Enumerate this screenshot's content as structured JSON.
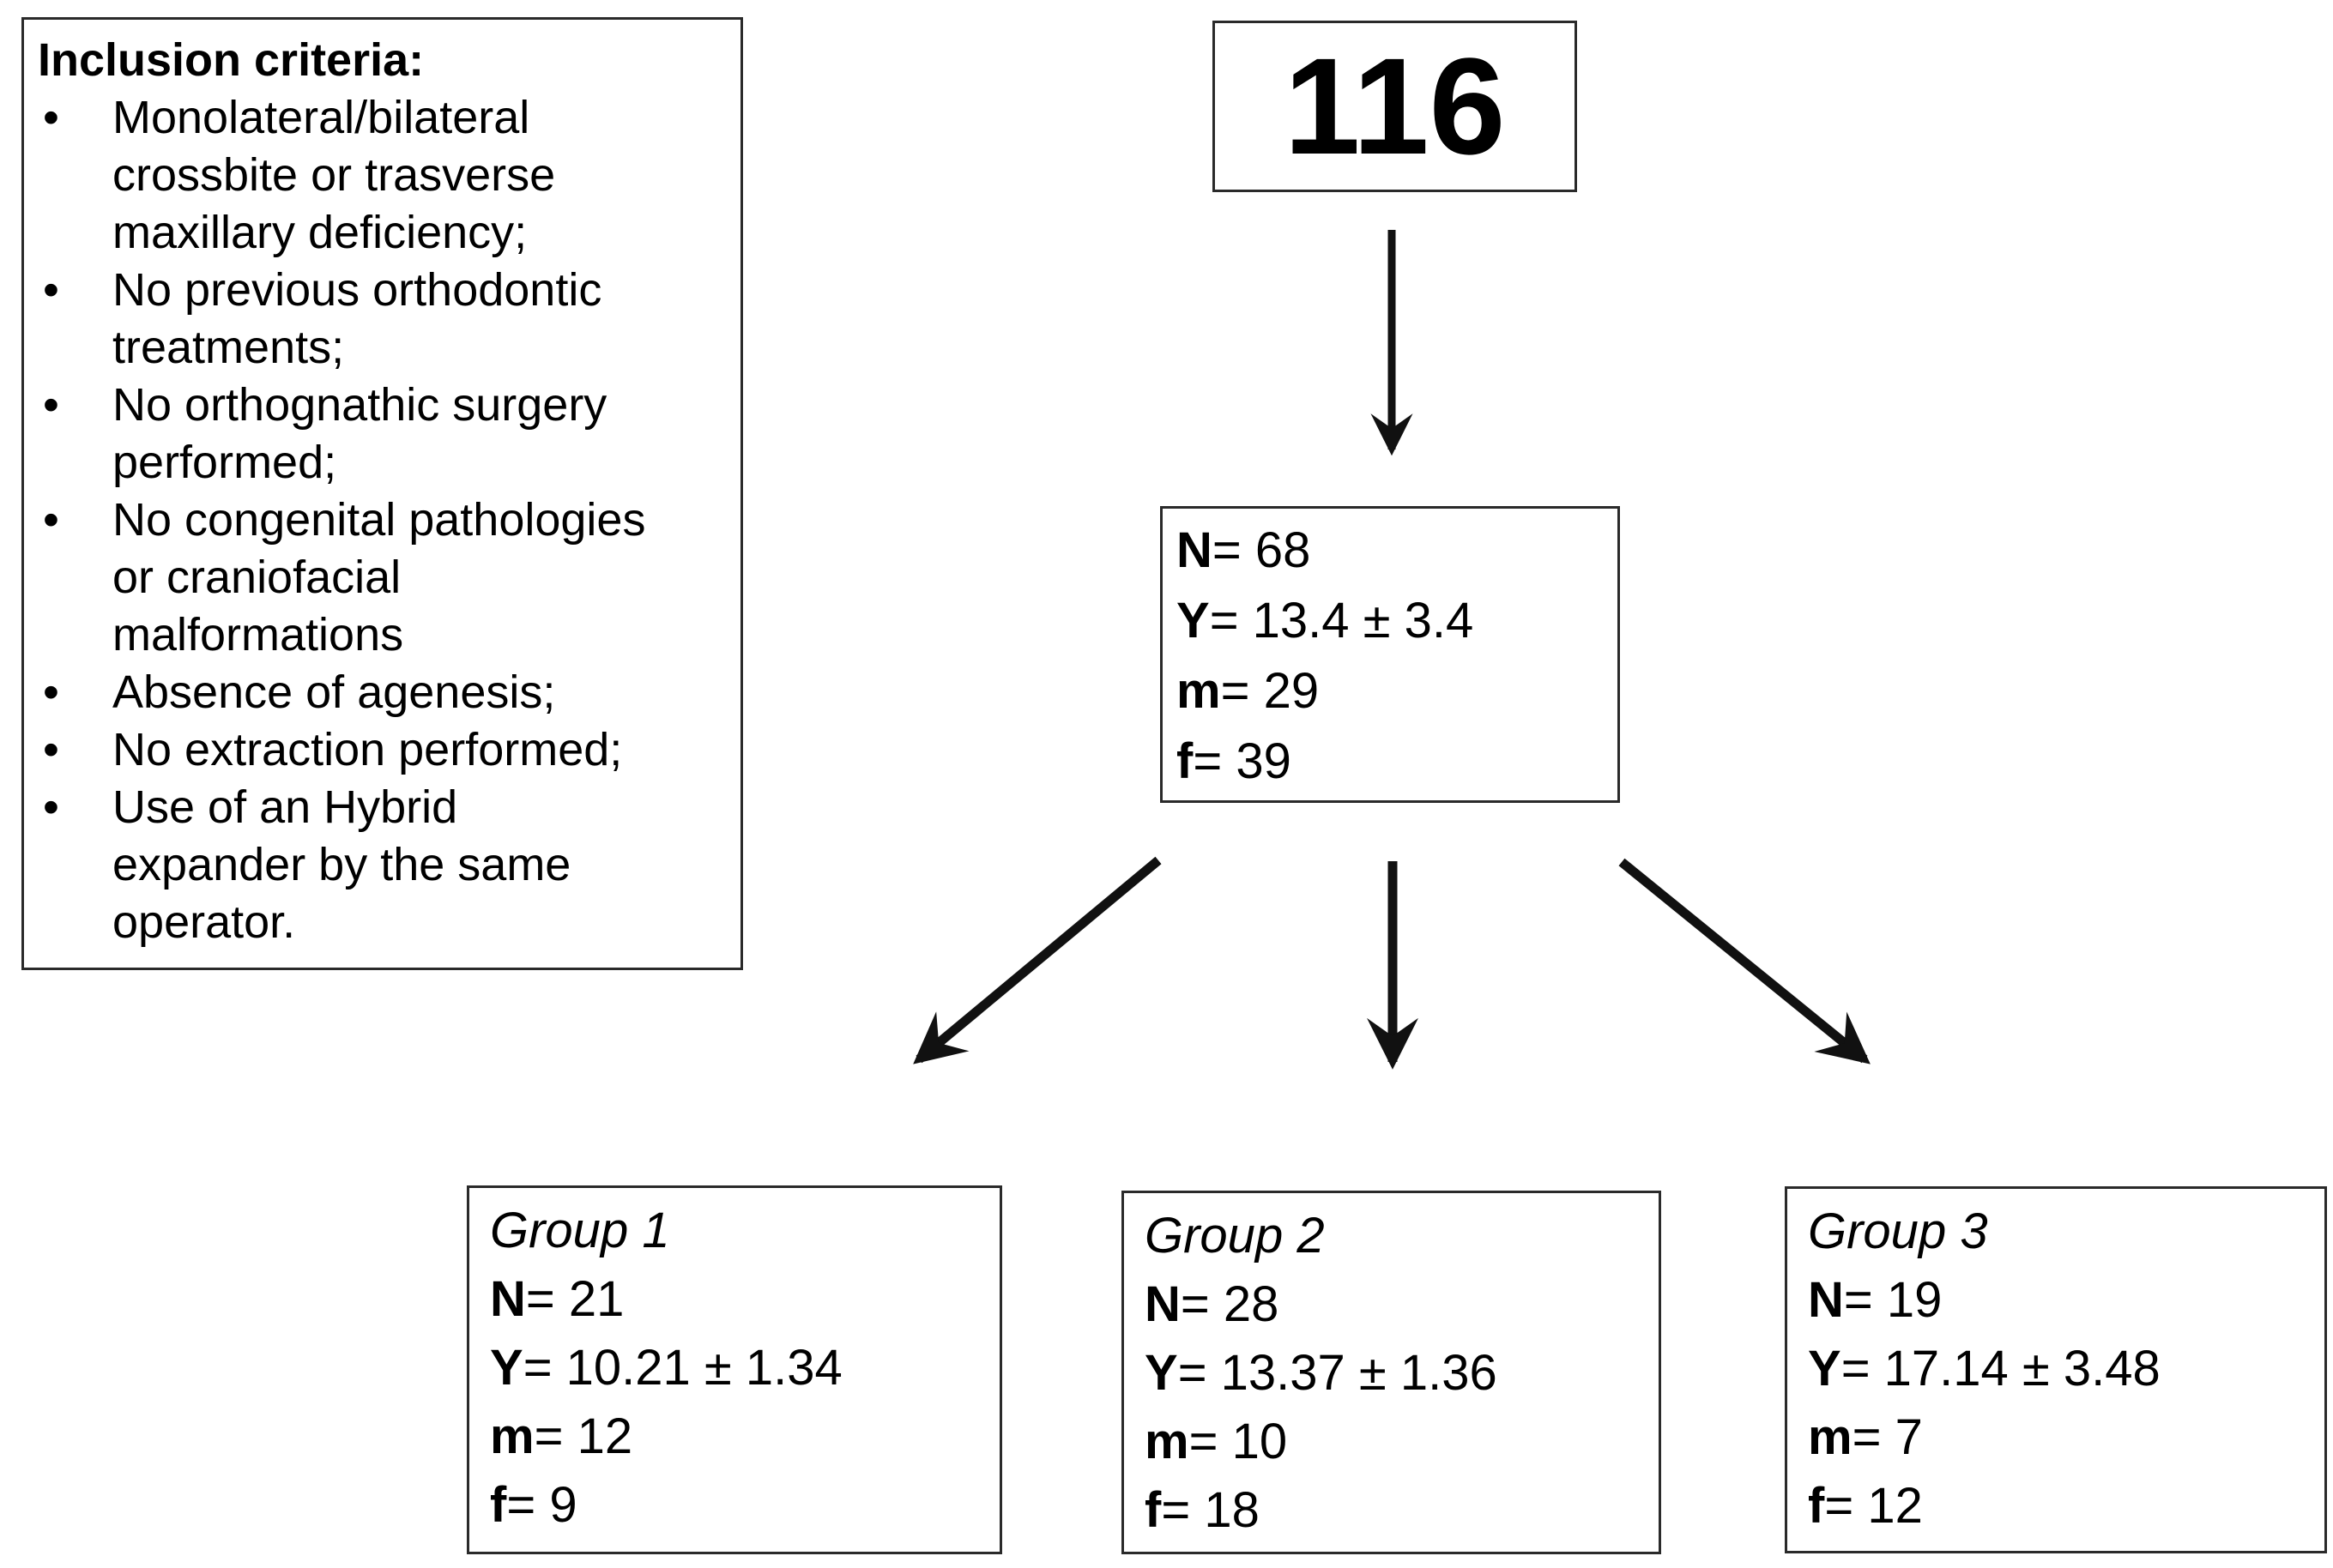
{
  "criteria": {
    "heading": "Inclusion criteria:",
    "bullet": "•",
    "items": [
      {
        "lines": [
          "Monolateral/bilateral",
          "crossbite or trasverse",
          "maxillary deficiency;"
        ]
      },
      {
        "lines": [
          "No previous orthodontic",
          "treatments;"
        ]
      },
      {
        "lines": [
          "No orthognathic surgery",
          "performed;"
        ]
      },
      {
        "lines": [
          "No congenital pathologies",
          "or craniofacial",
          "malformations"
        ]
      },
      {
        "lines": [
          "Absence of agenesis;"
        ]
      },
      {
        "lines": [
          "No extraction performed;"
        ]
      },
      {
        "lines": [
          "Use of an Hybrid",
          "expander by the same",
          "operator."
        ]
      }
    ]
  },
  "total": {
    "value": "116"
  },
  "population": {
    "stats": [
      {
        "label": "N",
        "rest": "= 68"
      },
      {
        "label": "Y",
        "rest": "= 13.4 ± 3.4"
      },
      {
        "label": "m",
        "rest": "= 29"
      },
      {
        "label": "f",
        "rest": "= 39"
      }
    ]
  },
  "groups": [
    {
      "title": "Group 1",
      "stats": [
        {
          "label": "N",
          "rest": "= 21"
        },
        {
          "label": "Y",
          "rest": "= 10.21 ± 1.34"
        },
        {
          "label": "m",
          "rest": "= 12"
        },
        {
          "label": "f",
          "rest": "= 9"
        }
      ]
    },
    {
      "title": "Group 2",
      "stats": [
        {
          "label": "N",
          "rest": "= 28"
        },
        {
          "label": "Y",
          "rest": "= 13.37 ± 1.36"
        },
        {
          "label": "m",
          "rest": "= 10"
        },
        {
          "label": "f",
          "rest": "= 18"
        }
      ]
    },
    {
      "title": "Group 3",
      "stats": [
        {
          "label": "N",
          "rest": "= 19"
        },
        {
          "label": "Y",
          "rest": "= 17.14 ± 3.48"
        },
        {
          "label": "m",
          "rest": "= 7"
        },
        {
          "label": "f",
          "rest": "= 12"
        }
      ]
    }
  ],
  "colors": {
    "line": "#1c1c1c",
    "background": "#ffffff",
    "text": "#000000"
  }
}
